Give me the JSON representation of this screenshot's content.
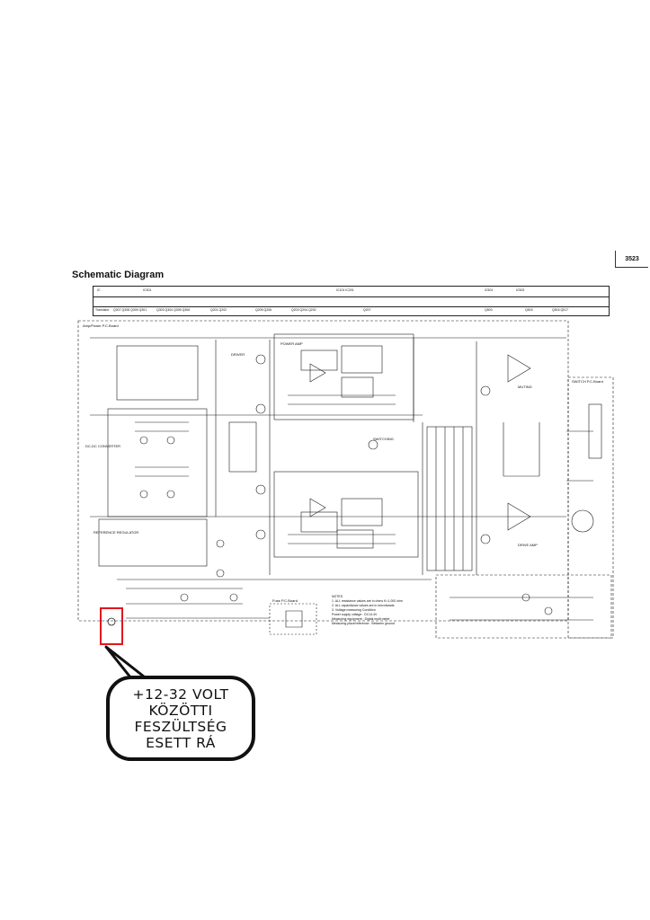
{
  "page_number": "3523",
  "title": "Schematic Diagram",
  "header": {
    "ic_label": "IC",
    "transistor_label": "Transistor",
    "ic_row": [
      "IC301",
      "IC101 IC201",
      "IC501",
      "IC502"
    ],
    "transistor_row": [
      "Q307 Q308 Q309 Q301",
      "Q303 Q304 Q305 Q306",
      "Q201 Q202",
      "Q205 Q206",
      "Q203 Q204 Q202",
      "Q207",
      "Q503",
      "Q515",
      "Q516 Q517"
    ]
  },
  "boards": {
    "amp_power": "Amp/Power P.C.Board",
    "switch": "SWITCH P.C.Board",
    "fuse": "Fuse P.C.Board"
  },
  "blocks": [
    "POWER AMP",
    "DRIVER",
    "SWITCHING",
    "REFERENCE REGULATOR",
    "MUTING",
    "DRIVE AMP",
    "DC-DC CONVERTER"
  ],
  "notes_title": "NOTES",
  "notes": [
    "1. ALL resistance values are in ohms K=1,000 ohm",
    "2. ALL capacitance values are in microfarads",
    "3. Voltage measuring Condition",
    "Power supply voltage : DC14.4V",
    "Measuring equipment : Digital multi meter",
    "Measuring place/reference : Between ground"
  ],
  "callout": {
    "line1": "+12-32 VOLT",
    "line2": "KÖZÖTTI",
    "line3": "FESZÜLTSÉG",
    "line4": "ESETT RÁ"
  },
  "colors": {
    "highlight": "#e0161f",
    "ink": "#1a1a1a"
  }
}
